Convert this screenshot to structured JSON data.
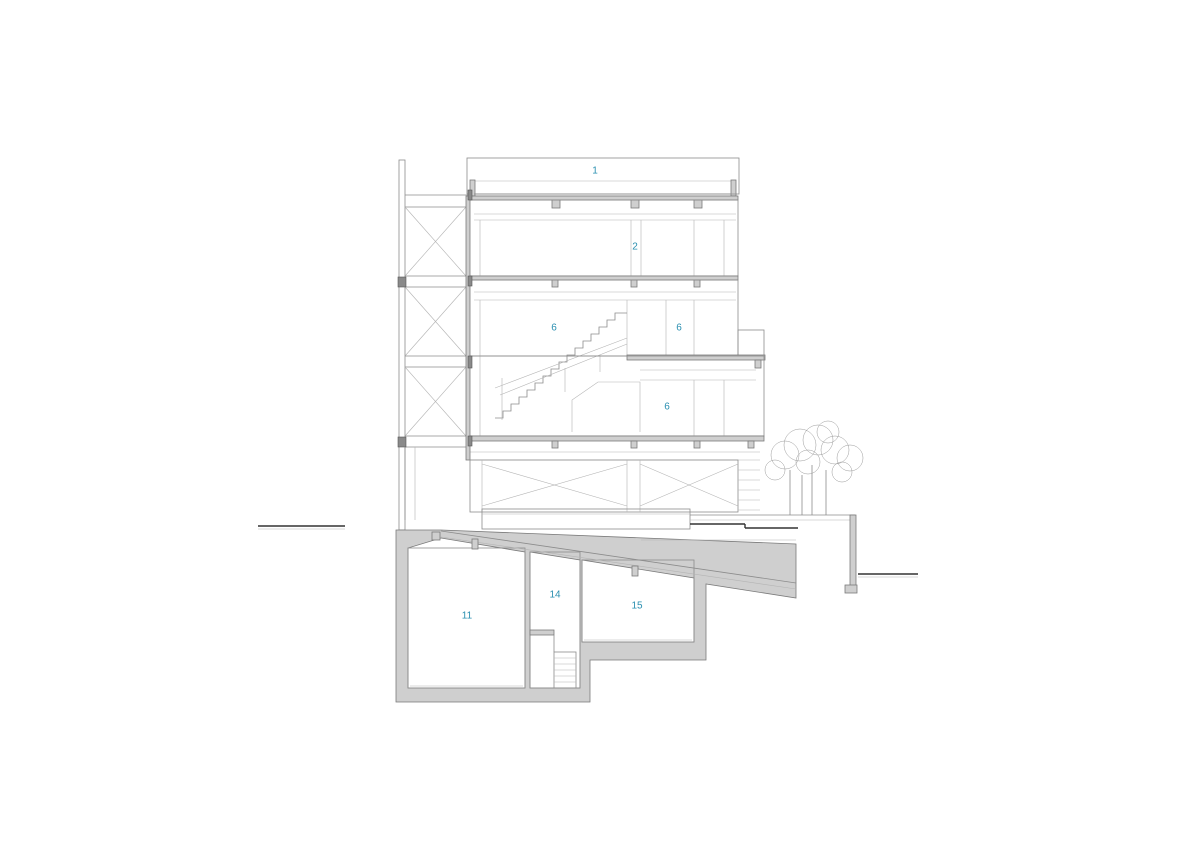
{
  "drawing": {
    "type": "architectural-section",
    "line_color": "#8c8c8c",
    "cut_fill": "#cfcfcf",
    "label_color": "#2a8fb0"
  },
  "rooms": [
    {
      "id": "roof",
      "label": "1"
    },
    {
      "id": "level-2",
      "label": "2"
    },
    {
      "id": "level-6a",
      "label": "6"
    },
    {
      "id": "level-6b",
      "label": "6"
    },
    {
      "id": "level-6c",
      "label": "6"
    },
    {
      "id": "basement-11",
      "label": "11"
    },
    {
      "id": "basement-14",
      "label": "14"
    },
    {
      "id": "basement-15",
      "label": "15"
    }
  ]
}
